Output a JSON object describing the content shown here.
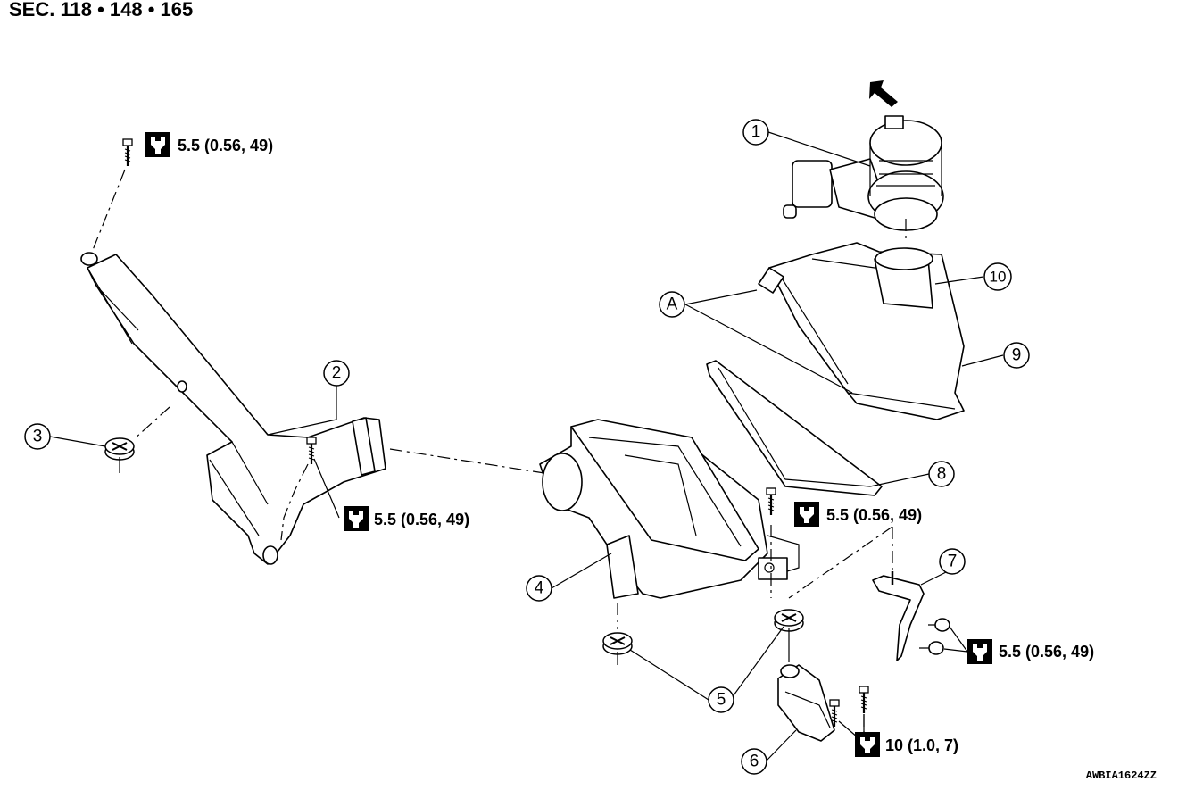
{
  "section_title": "SEC. 118 • 148 • 165",
  "reference_code": "AWBIA1624ZZ",
  "callouts": [
    {
      "label": "1"
    },
    {
      "label": "2"
    },
    {
      "label": "3"
    },
    {
      "label": "4"
    },
    {
      "label": "5"
    },
    {
      "label": "6"
    },
    {
      "label": "7"
    },
    {
      "label": "8"
    },
    {
      "label": "9"
    },
    {
      "label": "10"
    },
    {
      "label": "A"
    }
  ],
  "torque_specs": [
    {
      "value": "5.5 (0.56, 49)"
    },
    {
      "value": "5.5 (0.56, 49)"
    },
    {
      "value": "5.5 (0.56, 49)"
    },
    {
      "value": "5.5 (0.56, 49)"
    },
    {
      "value": "10 (1.0, 7)"
    }
  ],
  "icons": [
    "torque-wrench-icon",
    "front-direction-arrow-icon"
  ]
}
